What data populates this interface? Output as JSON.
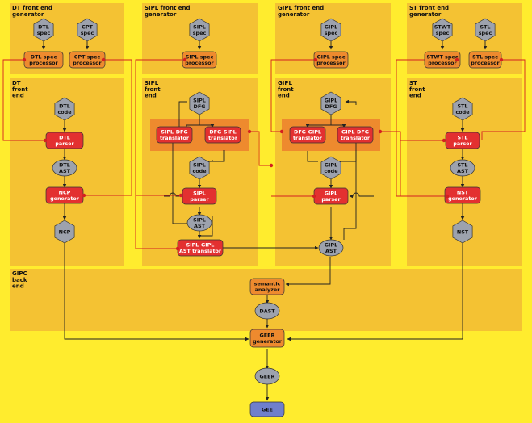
{
  "colors": {
    "background": "#FFEC2E",
    "panel": "#F4C233",
    "orange_band": "#EE8A2E",
    "hexagon": "#9DA2AD",
    "ellipse": "#9DA2AD",
    "orange_box": "#EE8A2E",
    "red_box": "#E33030",
    "blue_box": "#6F7FCC",
    "arrow": "#222222",
    "red_line": "#D42020"
  },
  "panels": [
    {
      "id": "p-dt-gen",
      "label": [
        "DT front end",
        "generator"
      ]
    },
    {
      "id": "p-sipl-gen",
      "label": [
        "SIPL front end",
        "generator"
      ]
    },
    {
      "id": "p-gipl-gen",
      "label": [
        "GIPL front end",
        "generator"
      ]
    },
    {
      "id": "p-st-gen",
      "label": [
        "ST front end",
        "generator"
      ]
    },
    {
      "id": "p-dt-front",
      "label": [
        "DT",
        "front",
        "end"
      ]
    },
    {
      "id": "p-sipl-front",
      "label": [
        "SIPL",
        "front",
        "end"
      ]
    },
    {
      "id": "p-gipl-front",
      "label": [
        "GIPL",
        "front",
        "end"
      ]
    },
    {
      "id": "p-st-front",
      "label": [
        "ST",
        "front",
        "end"
      ]
    },
    {
      "id": "p-gipc-back",
      "label": [
        "GIPC",
        "back",
        "end"
      ]
    }
  ],
  "nodes": [
    {
      "id": "dtl-spec",
      "shape": "hex",
      "lines": [
        "DTL",
        "spec"
      ]
    },
    {
      "id": "cpt-spec",
      "shape": "hex",
      "lines": [
        "CPT",
        "spec"
      ]
    },
    {
      "id": "dtl-spec-processor",
      "shape": "orange",
      "lines": [
        "DTL spec",
        "processor"
      ]
    },
    {
      "id": "cpt-spec-processor",
      "shape": "orange",
      "lines": [
        "CPT spec",
        "processor"
      ]
    },
    {
      "id": "sipl-spec",
      "shape": "hex",
      "lines": [
        "SIPL",
        "spec"
      ]
    },
    {
      "id": "sipl-spec-processor",
      "shape": "orange",
      "lines": [
        "SIPL spec",
        "processor"
      ]
    },
    {
      "id": "gipl-spec",
      "shape": "hex",
      "lines": [
        "GIPL",
        "spec"
      ]
    },
    {
      "id": "gipl-spec-processor",
      "shape": "orange",
      "lines": [
        "GIPL spec",
        "processor"
      ]
    },
    {
      "id": "stwt-spec",
      "shape": "hex",
      "lines": [
        "STWT",
        "spec"
      ]
    },
    {
      "id": "stl-spec",
      "shape": "hex",
      "lines": [
        "STL",
        "spec"
      ]
    },
    {
      "id": "stwt-spec-processor",
      "shape": "orange",
      "lines": [
        "STWT spec",
        "processor"
      ]
    },
    {
      "id": "stl-spec-processor",
      "shape": "orange",
      "lines": [
        "STL spec",
        "processor"
      ]
    },
    {
      "id": "dtl-code",
      "shape": "hex",
      "lines": [
        "DTL",
        "code"
      ]
    },
    {
      "id": "dtl-parser",
      "shape": "red",
      "lines": [
        "DTL",
        "parser"
      ]
    },
    {
      "id": "dtl-ast",
      "shape": "ellipse",
      "lines": [
        "DTL",
        "AST"
      ]
    },
    {
      "id": "ncp-generator",
      "shape": "red",
      "lines": [
        "NCP",
        "generator"
      ]
    },
    {
      "id": "ncp",
      "shape": "hex",
      "lines": [
        "NCP"
      ]
    },
    {
      "id": "sipl-dfg",
      "shape": "hex",
      "lines": [
        "SIPL",
        "DFG"
      ]
    },
    {
      "id": "sipl-dfg-translator",
      "shape": "red",
      "lines": [
        "SIPL-DFG",
        "translator"
      ]
    },
    {
      "id": "dfg-sipl-translator",
      "shape": "red",
      "lines": [
        "DFG-SIPL",
        "translator"
      ]
    },
    {
      "id": "sipl-code",
      "shape": "hex",
      "lines": [
        "SIPL",
        "code"
      ]
    },
    {
      "id": "sipl-parser",
      "shape": "red",
      "lines": [
        "SIPL",
        "parser"
      ]
    },
    {
      "id": "sipl-ast",
      "shape": "ellipse",
      "lines": [
        "SIPL",
        "AST"
      ]
    },
    {
      "id": "sipl-gipl-ast-translator",
      "shape": "red",
      "lines": [
        "SIPL-GIPL",
        "AST translator"
      ]
    },
    {
      "id": "gipl-dfg",
      "shape": "hex",
      "lines": [
        "GIPL",
        "DFG"
      ]
    },
    {
      "id": "dfg-gipl-translator",
      "shape": "red",
      "lines": [
        "DFG-GIPL",
        "translator"
      ]
    },
    {
      "id": "gipl-dfg-translator",
      "shape": "red",
      "lines": [
        "GIPL-DFG",
        "translator"
      ]
    },
    {
      "id": "gipl-code",
      "shape": "hex",
      "lines": [
        "GIPL",
        "code"
      ]
    },
    {
      "id": "gipl-parser",
      "shape": "red",
      "lines": [
        "GIPL",
        "parser"
      ]
    },
    {
      "id": "gipl-ast",
      "shape": "ellipse",
      "lines": [
        "GIPL",
        "AST"
      ]
    },
    {
      "id": "stl-code",
      "shape": "hex",
      "lines": [
        "STL",
        "code"
      ]
    },
    {
      "id": "stl-parser",
      "shape": "red",
      "lines": [
        "STL",
        "parser"
      ]
    },
    {
      "id": "stl-ast",
      "shape": "ellipse",
      "lines": [
        "STL",
        "AST"
      ]
    },
    {
      "id": "nst-generator",
      "shape": "red",
      "lines": [
        "NST",
        "generator"
      ]
    },
    {
      "id": "nst",
      "shape": "hex",
      "lines": [
        "NST"
      ]
    },
    {
      "id": "semantic-analyzer",
      "shape": "orange",
      "lines": [
        "semantic",
        "analyzer"
      ]
    },
    {
      "id": "dast",
      "shape": "ellipse",
      "lines": [
        "DAST"
      ]
    },
    {
      "id": "geer-generator",
      "shape": "orange",
      "lines": [
        "GEER",
        "generator"
      ]
    },
    {
      "id": "geer",
      "shape": "ellipse",
      "lines": [
        "GEER"
      ]
    },
    {
      "id": "gee",
      "shape": "blue",
      "lines": [
        "GEE"
      ]
    }
  ]
}
